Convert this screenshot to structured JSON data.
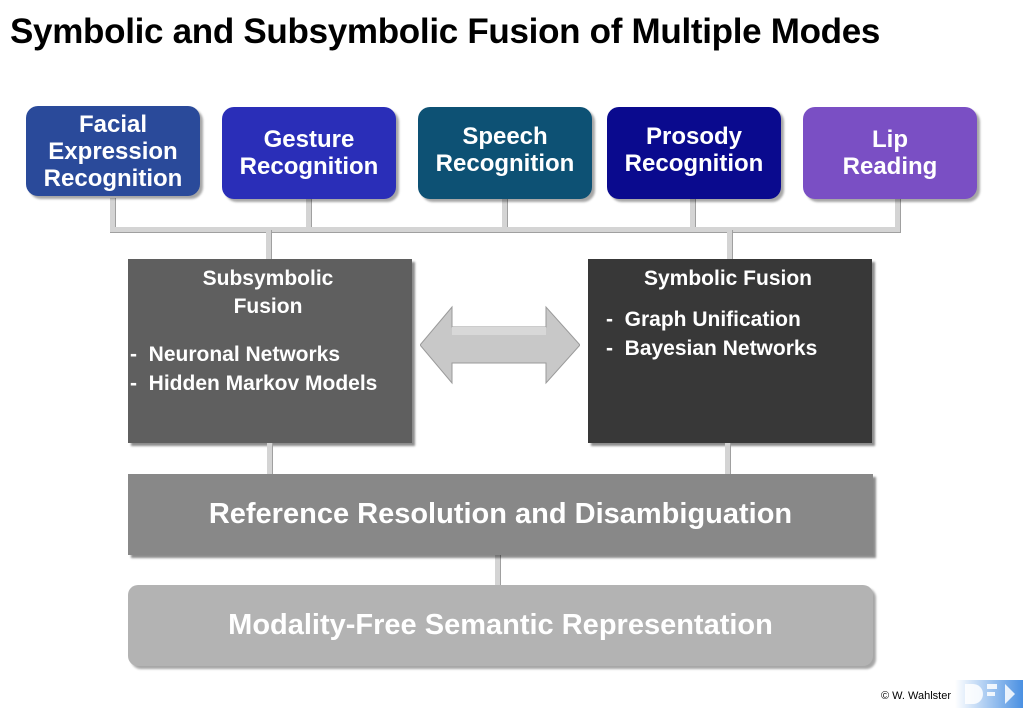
{
  "title": "Symbolic and Subsymbolic Fusion of Multiple Modes",
  "modes": [
    {
      "label": "Facial Expression Recognition",
      "color": "#2a4a9a"
    },
    {
      "label": "Gesture Recognition",
      "color": "#2a2eb8"
    },
    {
      "label": "Speech Recognition",
      "color": "#0d5174"
    },
    {
      "label": "Prosody Recognition",
      "color": "#0a0a8e"
    },
    {
      "label": "Lip Reading",
      "color": "#7a4fc4"
    }
  ],
  "subsymbolic": {
    "title": "Subsymbolic Fusion",
    "items": [
      "-  Neuronal Networks",
      "-  Hidden Markov Models"
    ],
    "color": "#5f5f5f"
  },
  "symbolic": {
    "title": "Symbolic Fusion",
    "items": [
      "-  Graph Unification",
      "-  Bayesian Networks"
    ],
    "color": "#383838"
  },
  "reference": {
    "label": "Reference Resolution and Disambiguation",
    "color": "#888888"
  },
  "semantic": {
    "label": "Modality-Free Semantic Representation",
    "color": "#b3b3b3"
  },
  "footer": {
    "copyright": "© W. Wahlster",
    "logo": "DFKI"
  }
}
